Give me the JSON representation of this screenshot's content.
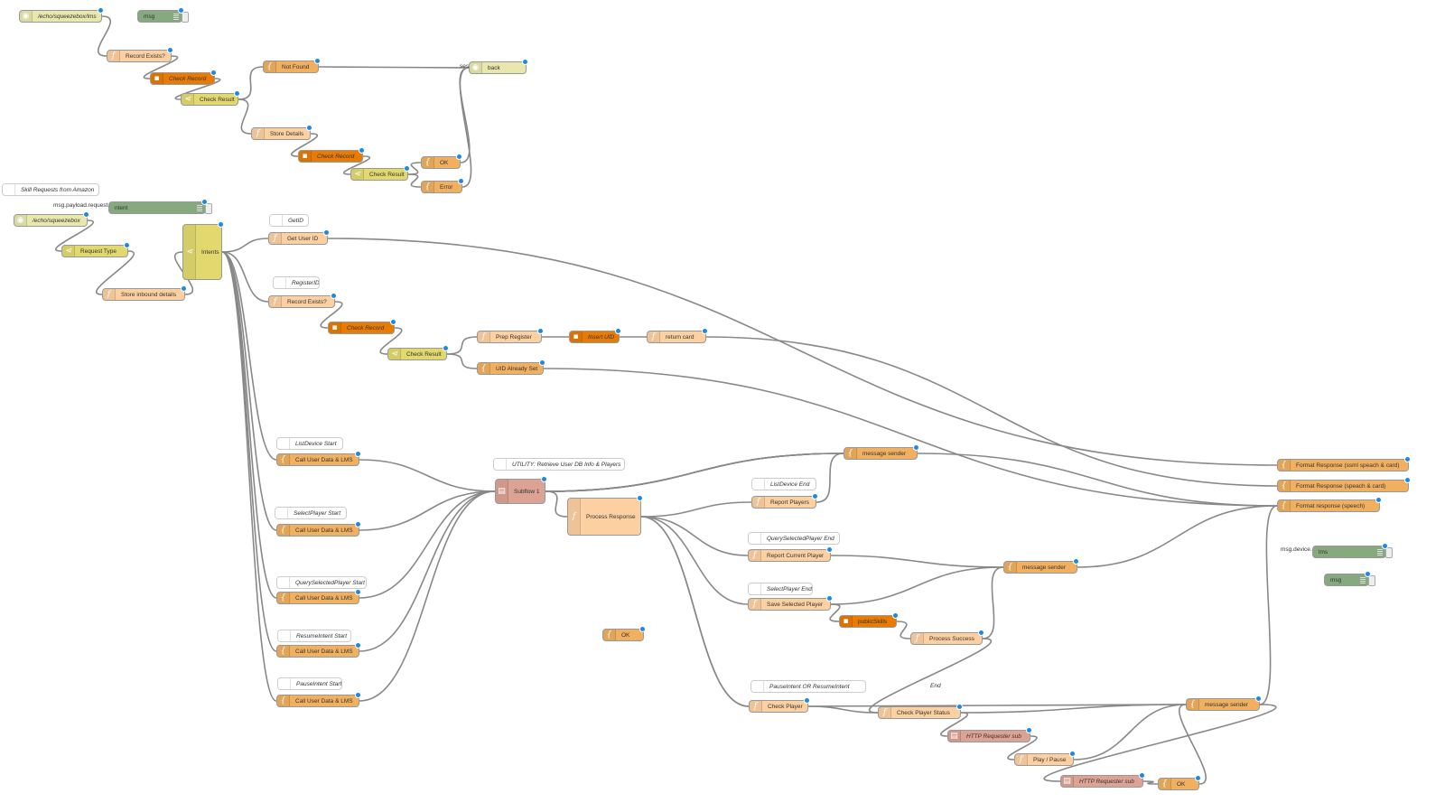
{
  "colors": {
    "function": "#fdd0a2",
    "switch": "#e2d96e",
    "http_in": "#e7e7ae",
    "debug": "#87a980",
    "mysql": "#e97b00",
    "alexa": "#f0b060",
    "subflow": "#dca294",
    "comment": "#ffffff",
    "wire": "#888888",
    "status_dot": "#1e88e5"
  },
  "nodes": [
    {
      "id": "n1",
      "type": "http_in",
      "label": "/echo/squeezebox/lms",
      "italic": true
    },
    {
      "id": "n2",
      "type": "debug",
      "label": "msg"
    },
    {
      "id": "n3",
      "type": "function",
      "label": "Record Exists?"
    },
    {
      "id": "n4",
      "type": "mysql",
      "label": "Check Record",
      "italic": true
    },
    {
      "id": "n5",
      "type": "switch",
      "label": "Check Result"
    },
    {
      "id": "n6",
      "type": "alexa",
      "label": "Not Found"
    },
    {
      "id": "n7",
      "type": "http_in",
      "label": "back",
      "icon": "http-response-icon"
    },
    {
      "id": "n8",
      "type": "function",
      "label": "Store Details"
    },
    {
      "id": "n9",
      "type": "mysql",
      "label": "Check Record",
      "italic": true
    },
    {
      "id": "n10",
      "type": "switch",
      "label": "Check Result"
    },
    {
      "id": "n11",
      "type": "alexa",
      "label": "OK"
    },
    {
      "id": "n12",
      "type": "alexa",
      "label": "Error"
    },
    {
      "id": "c1",
      "type": "comment",
      "label": "Skill Requests from Amazon"
    },
    {
      "id": "n13",
      "type": "debug",
      "label": "ntent"
    },
    {
      "id": "n14",
      "type": "http_in",
      "label": "/echo/squeezebox",
      "italic": true
    },
    {
      "id": "n15",
      "type": "switch",
      "label": "Request Type"
    },
    {
      "id": "n16",
      "type": "function",
      "label": "Store inbound details"
    },
    {
      "id": "n17",
      "type": "switch",
      "label": "Intents"
    },
    {
      "id": "c2",
      "type": "comment",
      "label": "GetID"
    },
    {
      "id": "n18",
      "type": "function",
      "label": "Get User ID"
    },
    {
      "id": "c3",
      "type": "comment",
      "label": "RegisterID"
    },
    {
      "id": "n19",
      "type": "function",
      "label": "Record Exists?"
    },
    {
      "id": "n20",
      "type": "mysql",
      "label": "Check Record",
      "italic": true
    },
    {
      "id": "n21",
      "type": "switch",
      "label": "Check Result"
    },
    {
      "id": "n22",
      "type": "function",
      "label": "Prep Register"
    },
    {
      "id": "n23",
      "type": "mysql",
      "label": "Insert UID",
      "italic": true
    },
    {
      "id": "n24",
      "type": "function",
      "label": "return card"
    },
    {
      "id": "n25",
      "type": "alexa",
      "label": "UID Already Set"
    },
    {
      "id": "c4",
      "type": "comment",
      "label": "ListDevice Start"
    },
    {
      "id": "n26",
      "type": "alexa",
      "label": "Call User Data & LMS"
    },
    {
      "id": "c5",
      "type": "comment",
      "label": "SelectPlayer Start"
    },
    {
      "id": "n27",
      "type": "alexa",
      "label": "Call User Data & LMS"
    },
    {
      "id": "c6",
      "type": "comment",
      "label": "QuerySelectedPlayer Start"
    },
    {
      "id": "n28",
      "type": "alexa",
      "label": "Call User Data & LMS"
    },
    {
      "id": "c7",
      "type": "comment",
      "label": "ResumeIntent Start"
    },
    {
      "id": "n29",
      "type": "alexa",
      "label": "Call User Data & LMS"
    },
    {
      "id": "c8",
      "type": "comment",
      "label": "PauseIntent Start"
    },
    {
      "id": "n30",
      "type": "alexa",
      "label": "Call User Data & LMS"
    },
    {
      "id": "c9",
      "type": "comment",
      "label": "UTILITY: Retrieve User DB Info & Players"
    },
    {
      "id": "n31",
      "type": "subflow",
      "label": "Subflow 1"
    },
    {
      "id": "n32",
      "type": "function",
      "label": "Process Response"
    },
    {
      "id": "n33",
      "type": "alexa",
      "label": "message sender"
    },
    {
      "id": "c10",
      "type": "comment",
      "label": "ListDevice End"
    },
    {
      "id": "n34",
      "type": "function",
      "label": "Report Players"
    },
    {
      "id": "c11",
      "type": "comment",
      "label": "QuerySelectedPlayer End"
    },
    {
      "id": "n35",
      "type": "function",
      "label": "Report Current Player"
    },
    {
      "id": "n36",
      "type": "alexa",
      "label": "message sender"
    },
    {
      "id": "c12",
      "type": "comment",
      "label": "SelectPlayer End"
    },
    {
      "id": "n37",
      "type": "function",
      "label": "Save Selected Player"
    },
    {
      "id": "n38",
      "type": "mysql",
      "label": "publicSkills"
    },
    {
      "id": "n39",
      "type": "function",
      "label": "Process Success"
    },
    {
      "id": "n40",
      "type": "alexa",
      "label": "OK"
    },
    {
      "id": "c13",
      "type": "comment",
      "label": "PauseIntent OR ResumeIntent"
    },
    {
      "id": "n41",
      "type": "function",
      "label": "Check Player"
    },
    {
      "id": "n42",
      "type": "function",
      "label": "Check Player Status"
    },
    {
      "id": "n43",
      "type": "alexa",
      "label": "message sender"
    },
    {
      "id": "n44",
      "type": "subflow",
      "label": "HTTP Requester sub",
      "italic": true
    },
    {
      "id": "n45",
      "type": "function",
      "label": "Play / Pause"
    },
    {
      "id": "n46",
      "type": "subflow",
      "label": "HTTP Requester sub",
      "italic": true
    },
    {
      "id": "n47",
      "type": "alexa",
      "label": "OK"
    },
    {
      "id": "n48",
      "type": "alexa",
      "label": "Format Response (ssml speach & card)"
    },
    {
      "id": "n49",
      "type": "alexa",
      "label": "Format Response (speach & card)"
    },
    {
      "id": "n50",
      "type": "alexa",
      "label": "Format response (speech)"
    },
    {
      "id": "n51",
      "type": "debug",
      "label": "lms"
    },
    {
      "id": "n52",
      "type": "debug",
      "label": "msg"
    }
  ],
  "free_labels": [
    {
      "id": "t1",
      "label": "msg.payload.request."
    },
    {
      "id": "t2",
      "label": "ses"
    },
    {
      "id": "t3",
      "label": "msg.device."
    },
    {
      "id": "t4",
      "label": "End"
    }
  ],
  "wires": [
    [
      "n1",
      "n3"
    ],
    [
      "n3",
      "n4"
    ],
    [
      "n4",
      "n5"
    ],
    [
      "n5",
      "n6"
    ],
    [
      "n5",
      "n8"
    ],
    [
      "n6",
      "n7"
    ],
    [
      "n8",
      "n9"
    ],
    [
      "n9",
      "n10"
    ],
    [
      "n10",
      "n11"
    ],
    [
      "n10",
      "n12"
    ],
    [
      "n11",
      "n7"
    ],
    [
      "n12",
      "n7"
    ],
    [
      "n14",
      "n15"
    ],
    [
      "n15",
      "n16"
    ],
    [
      "n16",
      "n17"
    ],
    [
      "n17",
      "n18"
    ],
    [
      "n17",
      "n19"
    ],
    [
      "n17",
      "n26"
    ],
    [
      "n17",
      "n27"
    ],
    [
      "n17",
      "n28"
    ],
    [
      "n17",
      "n29"
    ],
    [
      "n17",
      "n30"
    ],
    [
      "n19",
      "n20"
    ],
    [
      "n20",
      "n21"
    ],
    [
      "n21",
      "n22"
    ],
    [
      "n21",
      "n25"
    ],
    [
      "n22",
      "n23"
    ],
    [
      "n23",
      "n24"
    ],
    [
      "n18",
      "n48"
    ],
    [
      "n24",
      "n49"
    ],
    [
      "n25",
      "n50"
    ],
    [
      "n26",
      "n31"
    ],
    [
      "n27",
      "n31"
    ],
    [
      "n28",
      "n31"
    ],
    [
      "n29",
      "n31"
    ],
    [
      "n30",
      "n31"
    ],
    [
      "n31",
      "n33"
    ],
    [
      "n31",
      "n33"
    ],
    [
      "n31",
      "n33"
    ],
    [
      "n31",
      "n33"
    ],
    [
      "n31",
      "n32"
    ],
    [
      "n32",
      "n34"
    ],
    [
      "n32",
      "n35"
    ],
    [
      "n32",
      "n37"
    ],
    [
      "n32",
      "n41"
    ],
    [
      "n32",
      "n41"
    ],
    [
      "n34",
      "n33"
    ],
    [
      "n33",
      "n50"
    ],
    [
      "n35",
      "n36"
    ],
    [
      "n37",
      "n36"
    ],
    [
      "n37",
      "n38"
    ],
    [
      "n38",
      "n39"
    ],
    [
      "n39",
      "n36"
    ],
    [
      "n36",
      "n50"
    ],
    [
      "n41",
      "n42"
    ],
    [
      "n41",
      "n43"
    ],
    [
      "n42",
      "n43"
    ],
    [
      "n42",
      "n44"
    ],
    [
      "n44",
      "n45"
    ],
    [
      "n45",
      "n43"
    ],
    [
      "n43",
      "n46"
    ],
    [
      "n46",
      "n47"
    ],
    [
      "n47",
      "n43"
    ],
    [
      "n43",
      "n50"
    ],
    [
      "n39",
      "n42"
    ]
  ]
}
